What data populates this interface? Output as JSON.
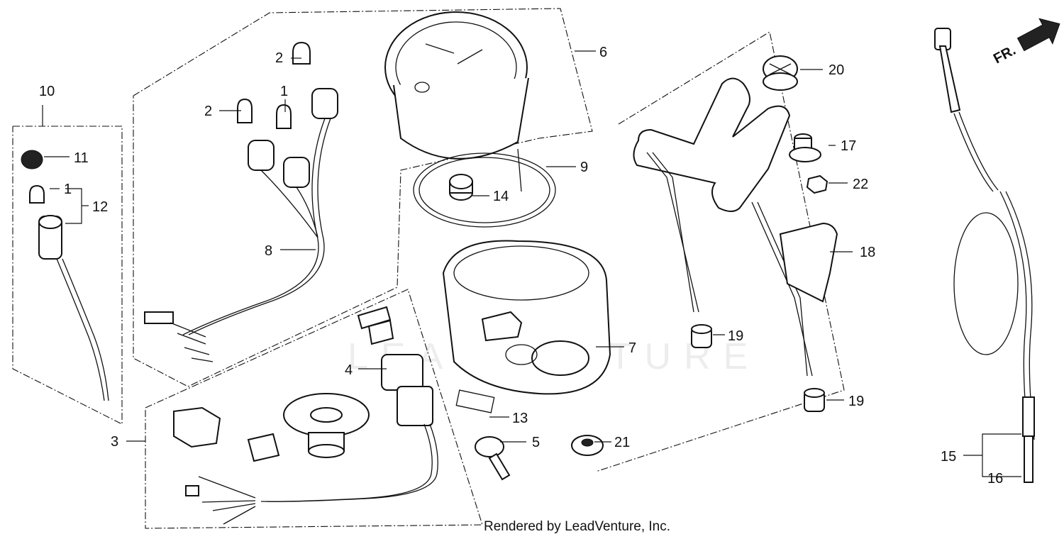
{
  "credit": "Rendered by LeadVenture, Inc.",
  "watermark": "LEADVENTURE",
  "fr_marker": "FR.",
  "callouts": {
    "c1a": "1",
    "c1b": "1",
    "c2a": "2",
    "c2b": "2",
    "c3": "3",
    "c4": "4",
    "c5": "5",
    "c6": "6",
    "c7": "7",
    "c8": "8",
    "c9": "9",
    "c10": "10",
    "c11": "11",
    "c12": "12",
    "c13": "13",
    "c14": "14",
    "c15": "15",
    "c16": "16",
    "c17": "17",
    "c18": "18",
    "c19a": "19",
    "c19b": "19",
    "c20": "20",
    "c21": "21",
    "c22": "22"
  }
}
